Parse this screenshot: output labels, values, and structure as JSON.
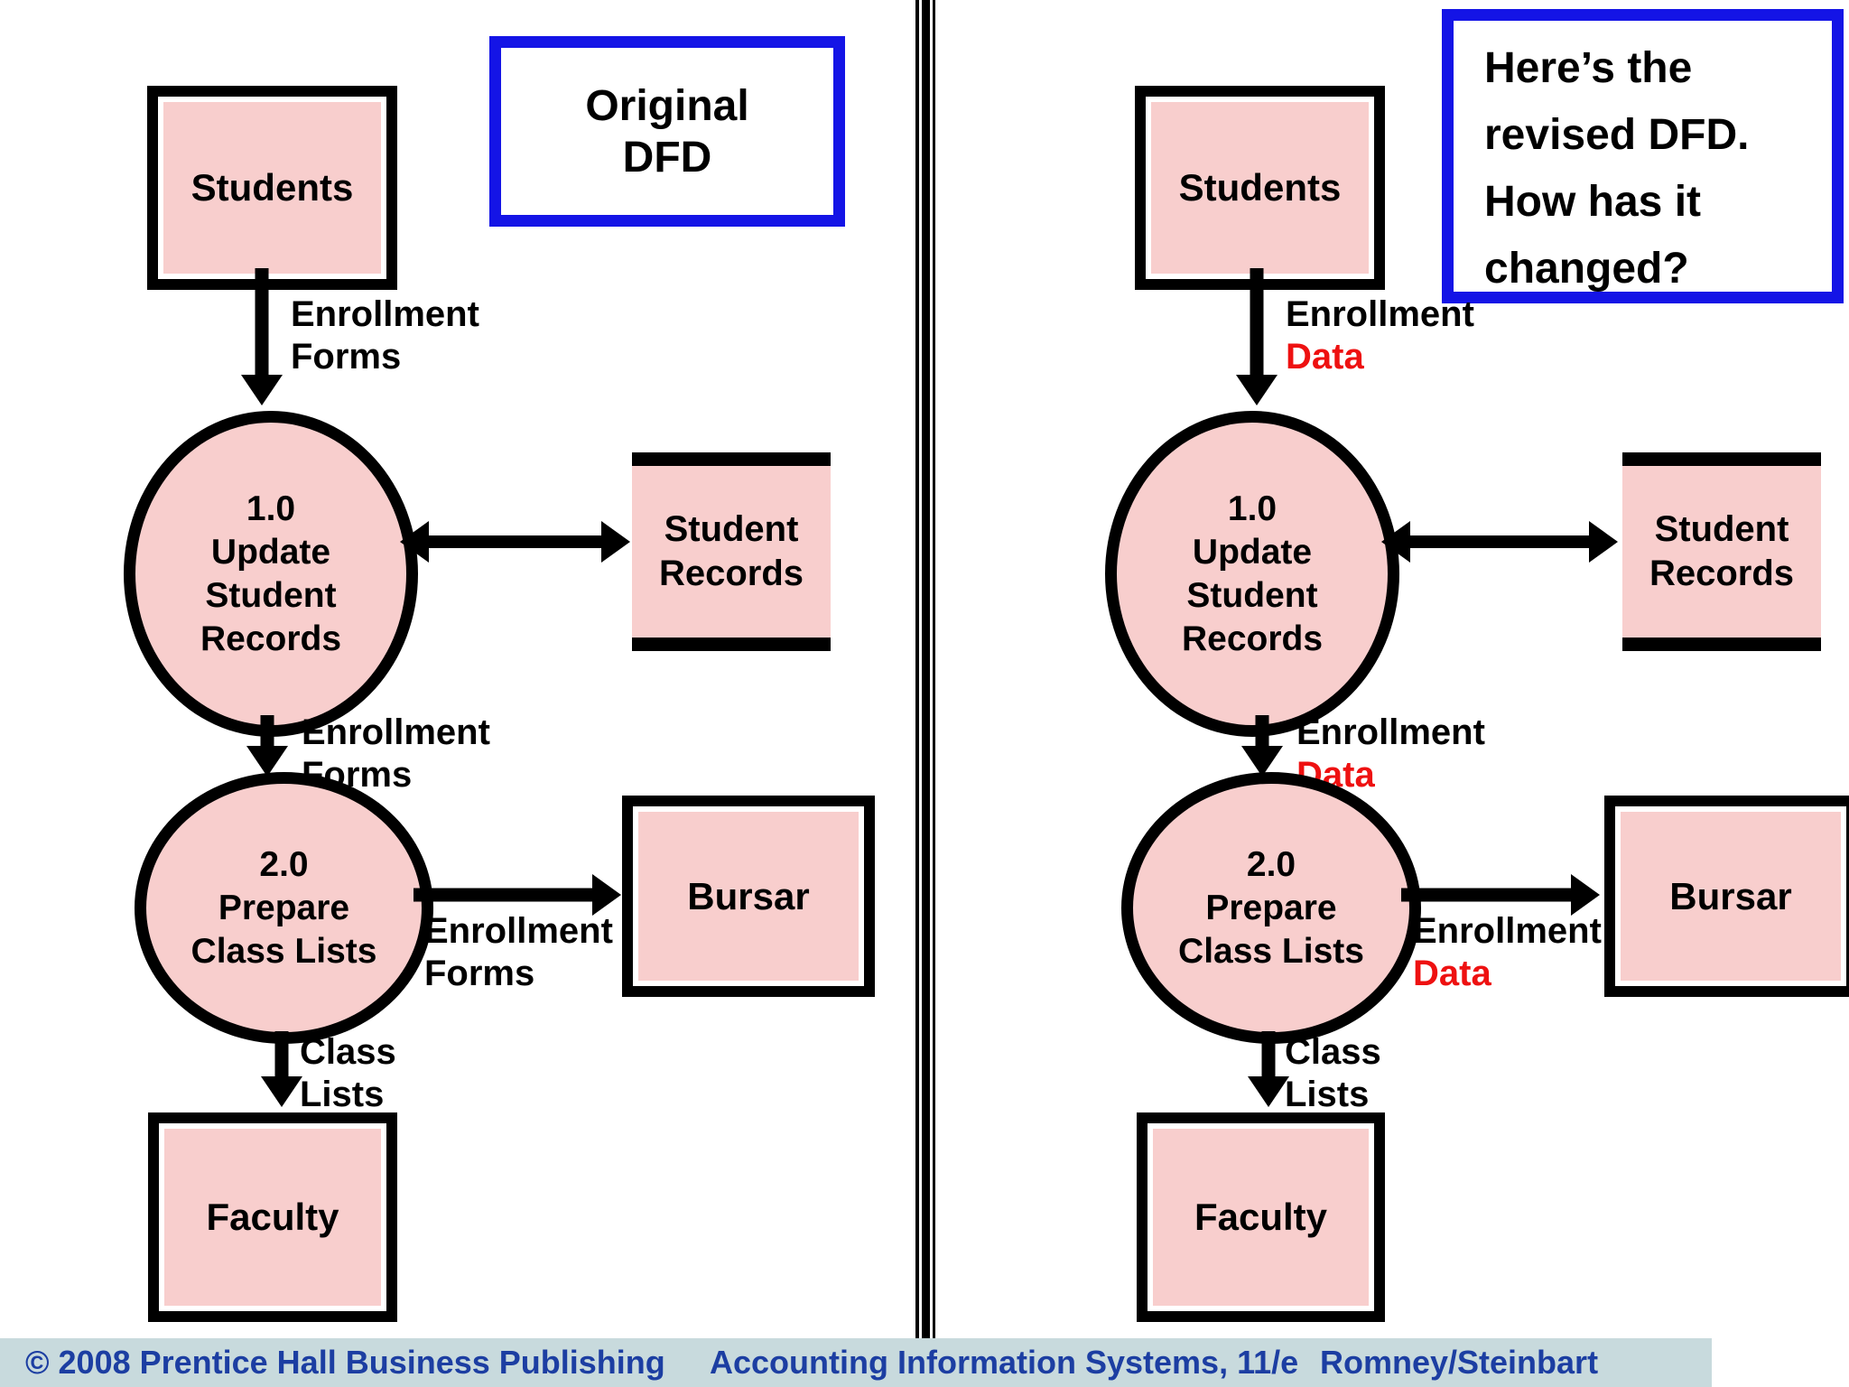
{
  "colors": {
    "node_fill": "#f8cecd",
    "node_border": "#000000",
    "callout_border_blue": "#1414e6",
    "flow_highlight_red": "#ee1111",
    "footer_bg": "#c8dadd",
    "footer_text": "#1c3ea2"
  },
  "left": {
    "title_lines": [
      "Original",
      "DFD"
    ],
    "students": "Students",
    "p1_lines": [
      "1.0",
      "Update",
      "Student",
      "Records"
    ],
    "store_lines": [
      "Student",
      "Records"
    ],
    "p2_lines": [
      "2.0",
      "Prepare",
      "Class Lists"
    ],
    "bursar": "Bursar",
    "faculty": "Faculty",
    "flow_students_p1": [
      "Enrollment",
      "Forms"
    ],
    "flow_p1_p2": [
      "Enrollment",
      "Forms"
    ],
    "flow_p2_bursar": [
      "Enrollment",
      "Forms"
    ],
    "flow_p2_faculty": [
      "Class",
      "Lists"
    ]
  },
  "right": {
    "title_lines": [
      "Here’s the",
      "revised DFD.",
      "How has it",
      "changed?"
    ],
    "students": "Students",
    "p1_lines": [
      "1.0",
      "Update",
      "Student",
      "Records"
    ],
    "store_lines": [
      "Student",
      "Records"
    ],
    "p2_lines": [
      "2.0",
      "Prepare",
      "Class Lists"
    ],
    "bursar": "Bursar",
    "faculty": "Faculty",
    "flow_students_p1": [
      "Enrollment",
      "Data"
    ],
    "flow_p1_p2": [
      "Enrollment",
      "Data"
    ],
    "flow_p2_bursar": [
      "Enrollment",
      "Data"
    ],
    "flow_p2_faculty": [
      "Class",
      "Lists"
    ]
  },
  "footer": {
    "copyright": "© 2008 Prentice Hall Business Publishing",
    "book": "Accounting Information Systems, 11/e",
    "authors": "Romney/Steinbart"
  }
}
